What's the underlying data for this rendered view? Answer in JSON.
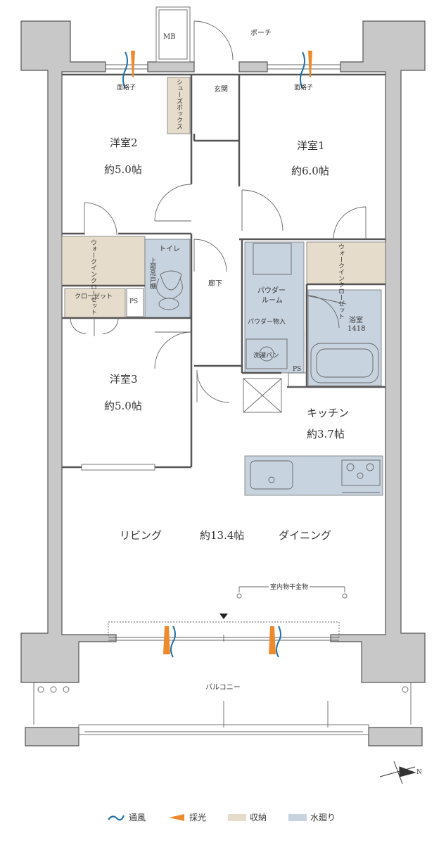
{
  "colors": {
    "wall": "#c8c8c8",
    "wall_stroke": "#555555",
    "storage": "#e6dccb",
    "water": "#c7d3df",
    "vent": "#1f6fa8",
    "light": "#ee8a2e"
  },
  "labels": {
    "mb": "MB",
    "porch": "ポーチ",
    "entrance": "玄関",
    "shoe_box": "シューズボックス",
    "lattice_left": "面格子",
    "lattice_right": "面格子",
    "room2_name": "洋室2",
    "room2_size": "約5.0帖",
    "room1_name": "洋室1",
    "room1_size": "約6.0帖",
    "wic_left": "ウォークインクローゼット",
    "wic_right": "ウォークインクローゼット",
    "toilet": "トイレ",
    "upper_shelf": "上部吊戸棚",
    "hallway": "廊下",
    "powder_room_1": "パウダー",
    "powder_room_2": "ルーム",
    "powder_storage": "パウダー物入",
    "laundry_pan": "洗濯パン",
    "bath_name": "浴室",
    "bath_size": "1418",
    "closet": "クローゼット",
    "ps_left": "PS",
    "ps_right": "PS",
    "room3_name": "洋室3",
    "room3_size": "約5.0帖",
    "kitchen_name": "キッチン",
    "kitchen_size": "約3.7帖",
    "living": "リビング",
    "ld_size": "約13.4帖",
    "dining": "ダイニング",
    "drying_hardware": "室内物干金物",
    "balcony": "バルコニー",
    "compass_n": "N"
  },
  "legend": [
    {
      "label": "通風",
      "icon": "wind-icon"
    },
    {
      "label": "採光",
      "icon": "sunlight-icon"
    },
    {
      "label": "収納",
      "icon": "storage-swatch-icon"
    },
    {
      "label": "水廻り",
      "icon": "water-swatch-icon"
    }
  ]
}
